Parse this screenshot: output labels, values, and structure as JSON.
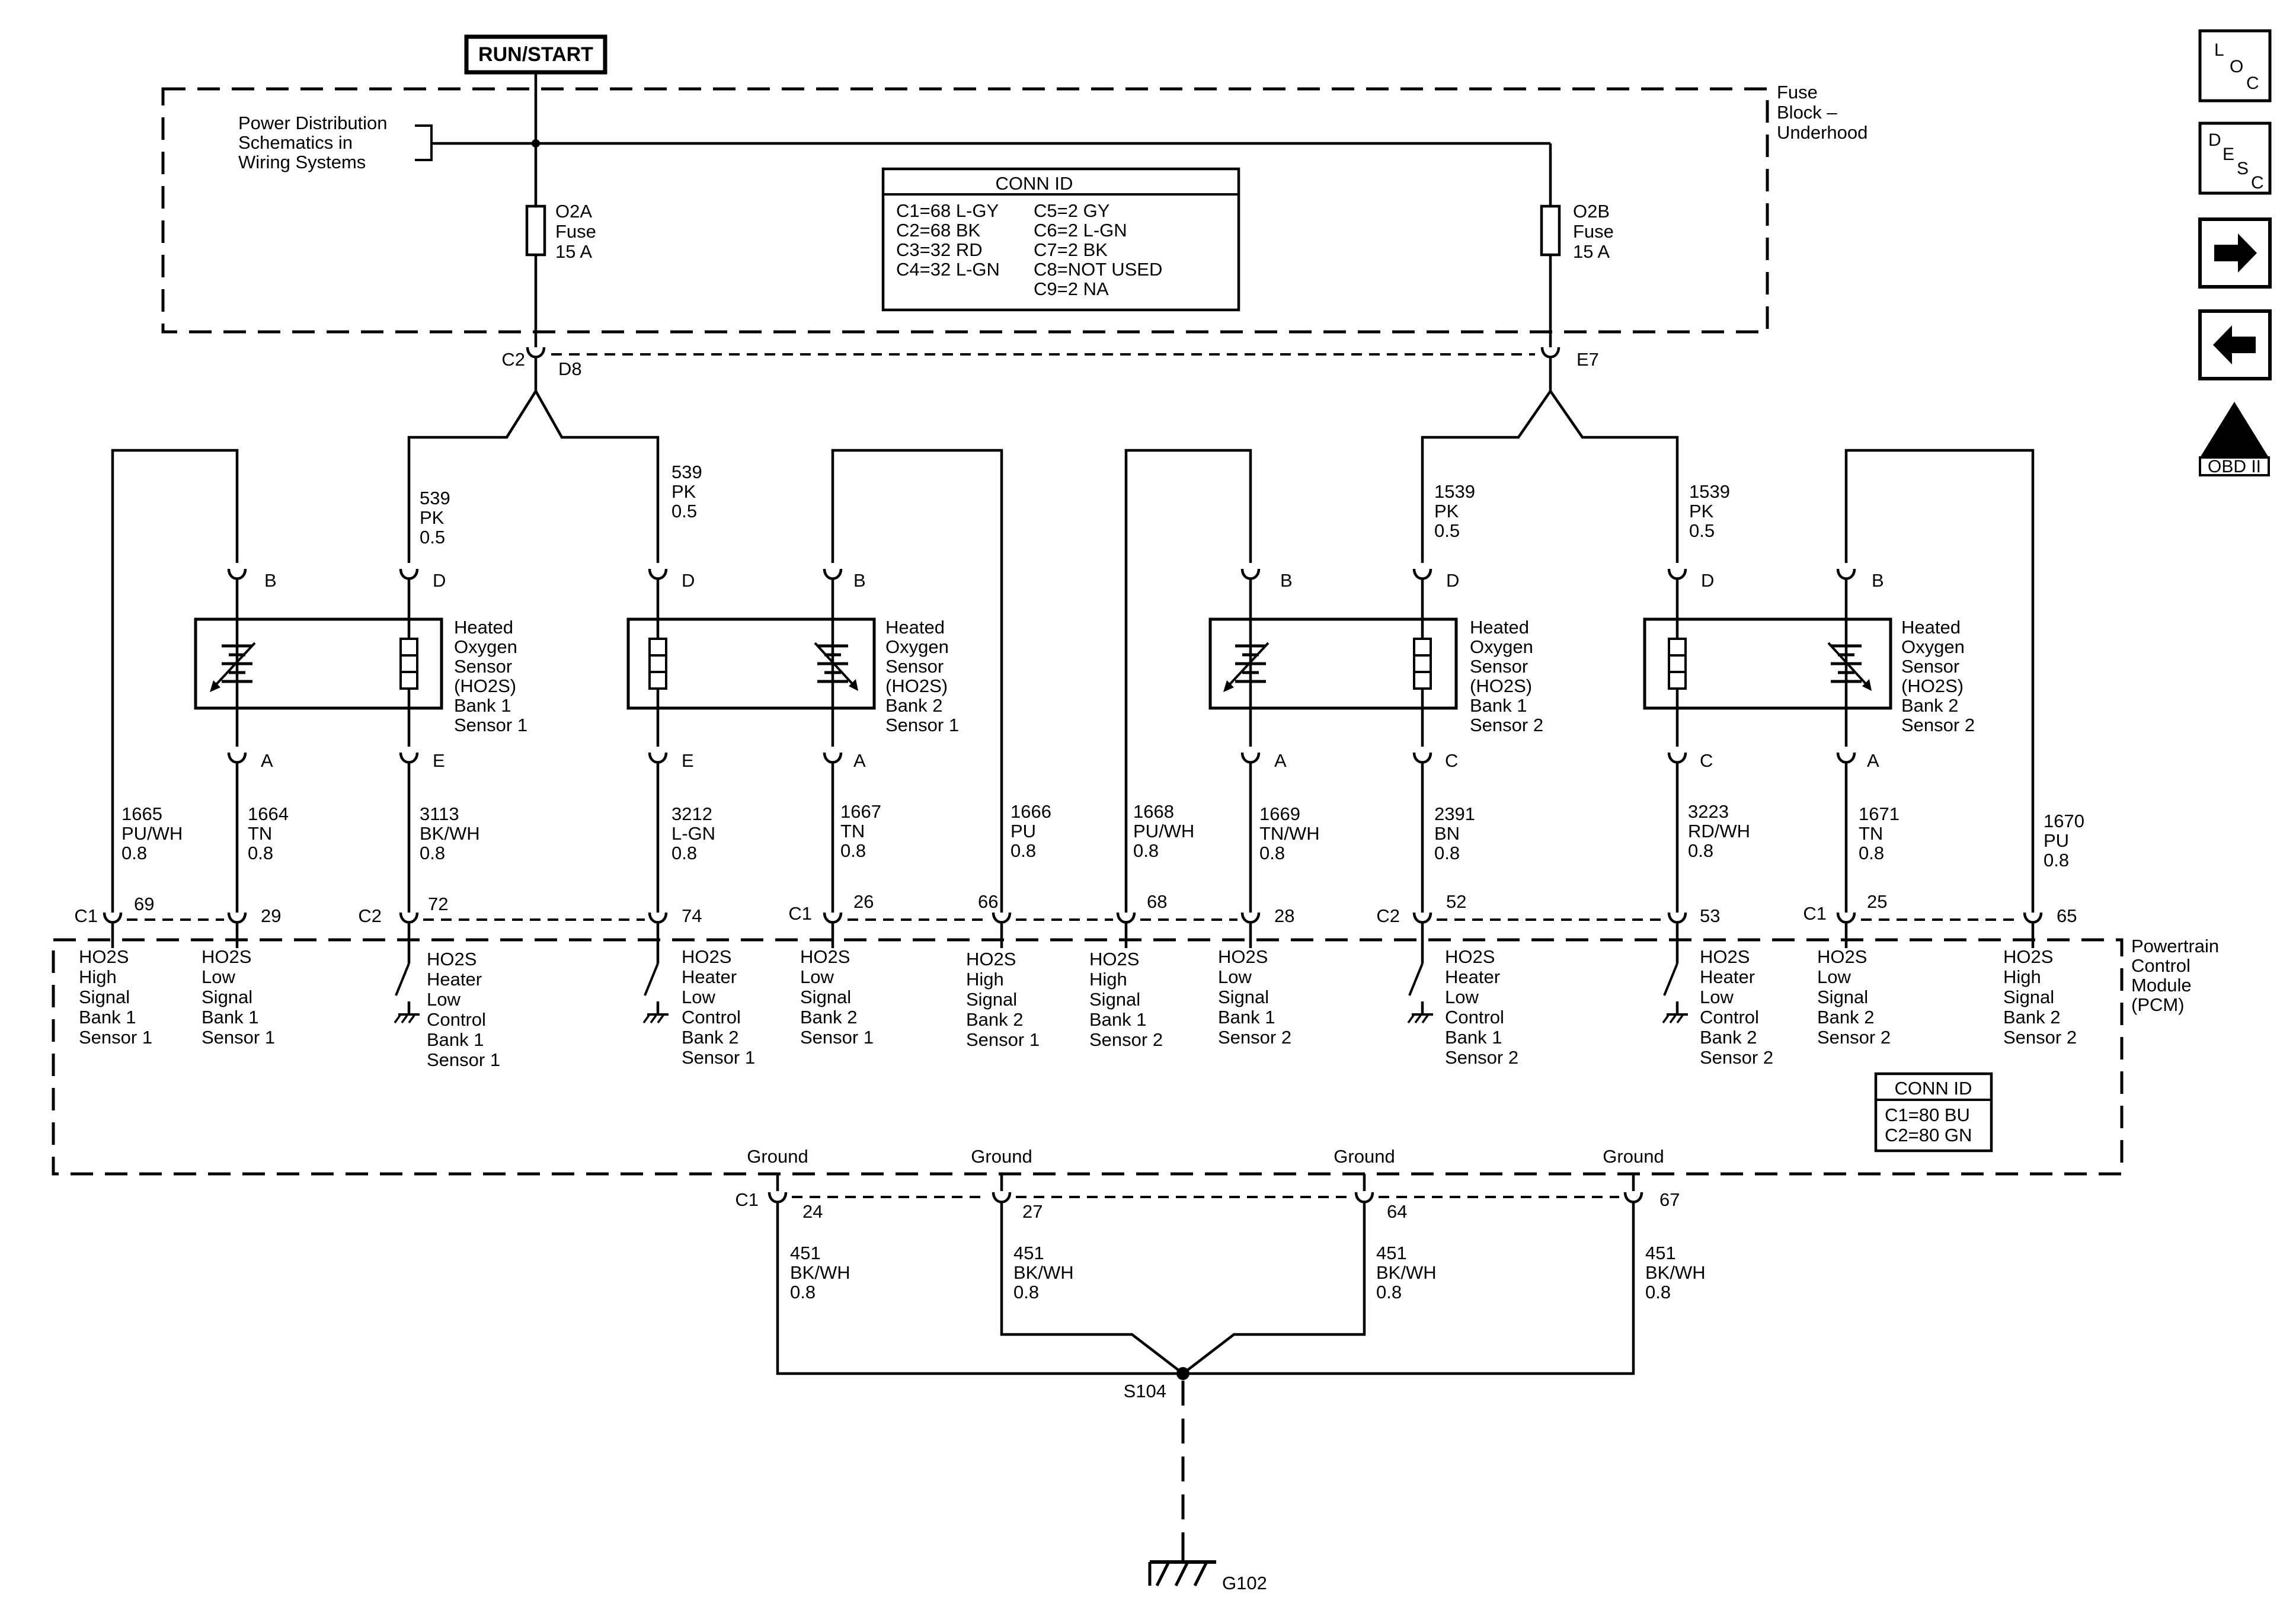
{
  "power": {
    "run_start": "RUN/START"
  },
  "fuse_block": {
    "label_lines": [
      "Fuse",
      "Block –",
      "Underhood"
    ],
    "power_dist_lines": [
      "Power Distribution",
      "Schematics in",
      "Wiring Systems"
    ],
    "fuse_a_lines": [
      "O2A",
      "Fuse",
      "15 A"
    ],
    "fuse_b_lines": [
      "O2B",
      "Fuse",
      "15 A"
    ],
    "conn_id_title": "CONN ID",
    "conn_id_left": [
      "C1=68 L-GY",
      "C2=68 BK",
      "C3=32 RD",
      "C4=32 L-GN"
    ],
    "conn_id_right": [
      "C5=2 GY",
      "C6=2 L-GN",
      "C7=2 BK",
      "C8=NOT USED",
      "C9=2 NA"
    ],
    "c2": "C2",
    "d8": "D8",
    "e7": "E7"
  },
  "feed_wires": [
    [
      "539",
      "PK",
      "0.5"
    ],
    [
      "539",
      "PK",
      "0.5"
    ],
    [
      "1539",
      "PK",
      "0.5"
    ],
    [
      "1539",
      "PK",
      "0.5"
    ]
  ],
  "sensors": [
    {
      "top_pin": "B",
      "heater_top_pin": "D",
      "bottom_pin": "A",
      "heater_bottom_pin": "E",
      "lines": [
        "Heated",
        "Oxygen",
        "Sensor",
        "(HO2S)",
        "Bank 1",
        "Sensor 1"
      ]
    },
    {
      "top_pin": "B",
      "heater_top_pin": "D",
      "bottom_pin": "A",
      "heater_bottom_pin": "E",
      "lines": [
        "Heated",
        "Oxygen",
        "Sensor",
        "(HO2S)",
        "Bank 2",
        "Sensor 1"
      ]
    },
    {
      "top_pin": "B",
      "heater_top_pin": "D",
      "bottom_pin": "A",
      "heater_bottom_pin": "C",
      "lines": [
        "Heated",
        "Oxygen",
        "Sensor",
        "(HO2S)",
        "Bank 1",
        "Sensor 2"
      ]
    },
    {
      "top_pin": "B",
      "heater_top_pin": "D",
      "bottom_pin": "A",
      "heater_bottom_pin": "C",
      "lines": [
        "Heated",
        "Oxygen",
        "Sensor",
        "(HO2S)",
        "Bank 2",
        "Sensor 2"
      ]
    }
  ],
  "pcm_wires": [
    {
      "lines": [
        "1665",
        "PU/WH",
        "0.8"
      ],
      "connector": "C1",
      "pin": "69",
      "desc": [
        "HO2S",
        "High",
        "Signal",
        "Bank 1",
        "Sensor 1"
      ]
    },
    {
      "lines": [
        "1664",
        "TN",
        "0.8"
      ],
      "connector": "",
      "pin": "29",
      "desc": [
        "HO2S",
        "Low",
        "Signal",
        "Bank 1",
        "Sensor 1"
      ]
    },
    {
      "lines": [
        "3113",
        "BK/WH",
        "0.8"
      ],
      "connector": "C2",
      "pin": "72",
      "desc": [
        "HO2S",
        "Heater",
        "Low",
        "Control",
        "Bank 1",
        "Sensor 1"
      ]
    },
    {
      "lines": [
        "3212",
        "L-GN",
        "0.8"
      ],
      "connector": "",
      "pin": "74",
      "desc": [
        "HO2S",
        "Heater",
        "Low",
        "Control",
        "Bank 2",
        "Sensor 1"
      ]
    },
    {
      "lines": [
        "1667",
        "TN",
        "0.8"
      ],
      "connector": "C1",
      "pin": "26",
      "desc": [
        "HO2S",
        "Low",
        "Signal",
        "Bank 2",
        "Sensor 1"
      ]
    },
    {
      "lines": [
        "1666",
        "PU",
        "0.8"
      ],
      "connector": "",
      "pin": "66",
      "desc": [
        "HO2S",
        "High",
        "Signal",
        "Bank 2",
        "Sensor 1"
      ]
    },
    {
      "lines": [
        "1668",
        "PU/WH",
        "0.8"
      ],
      "connector": "",
      "pin": "68",
      "desc": [
        "HO2S",
        "High",
        "Signal",
        "Bank 1",
        "Sensor 2"
      ]
    },
    {
      "lines": [
        "1669",
        "TN/WH",
        "0.8"
      ],
      "connector": "",
      "pin": "28",
      "desc": [
        "HO2S",
        "Low",
        "Signal",
        "Bank 1",
        "Sensor 2"
      ]
    },
    {
      "lines": [
        "2391",
        "BN",
        "0.8"
      ],
      "connector": "C2",
      "pin": "52",
      "desc": [
        "HO2S",
        "Heater",
        "Low",
        "Control",
        "Bank 1",
        "Sensor 2"
      ]
    },
    {
      "lines": [
        "3223",
        "RD/WH",
        "0.8"
      ],
      "connector": "",
      "pin": "53",
      "desc": [
        "HO2S",
        "Heater",
        "Low",
        "Control",
        "Bank 2",
        "Sensor 2"
      ]
    },
    {
      "lines": [
        "1671",
        "TN",
        "0.8"
      ],
      "connector": "C1",
      "pin": "25",
      "desc": [
        "HO2S",
        "Low",
        "Signal",
        "Bank 2",
        "Sensor 2"
      ]
    },
    {
      "lines": [
        "1670",
        "PU",
        "0.8"
      ],
      "connector": "",
      "pin": "65",
      "desc": [
        "HO2S",
        "High",
        "Signal",
        "Bank 2",
        "Sensor 2"
      ]
    }
  ],
  "pcm": {
    "label_lines": [
      "Powertrain",
      "Control",
      "Module",
      "(PCM)"
    ],
    "conn_id_title": "CONN ID",
    "conn_id_lines": [
      "C1=80 BU",
      "C2=80 GN"
    ]
  },
  "grounds": [
    {
      "label": "Ground",
      "connector": "C1",
      "pin": "24",
      "wire": [
        "451",
        "BK/WH",
        "0.8"
      ]
    },
    {
      "label": "Ground",
      "connector": "",
      "pin": "27",
      "wire": [
        "451",
        "BK/WH",
        "0.8"
      ]
    },
    {
      "label": "Ground",
      "connector": "",
      "pin": "64",
      "wire": [
        "451",
        "BK/WH",
        "0.8"
      ]
    },
    {
      "label": "Ground",
      "connector": "",
      "pin": "67",
      "wire": [
        "451",
        "BK/WH",
        "0.8"
      ]
    }
  ],
  "splice": "S104",
  "ground_point": "G102",
  "nav": {
    "loc": [
      "L",
      "O",
      "C"
    ],
    "desc": [
      "D",
      "E",
      "S",
      "C"
    ],
    "next_icon": "arrow-right-icon",
    "prev_icon": "arrow-left-icon",
    "obd_top": "II",
    "obd_bottom": "OBD II"
  }
}
